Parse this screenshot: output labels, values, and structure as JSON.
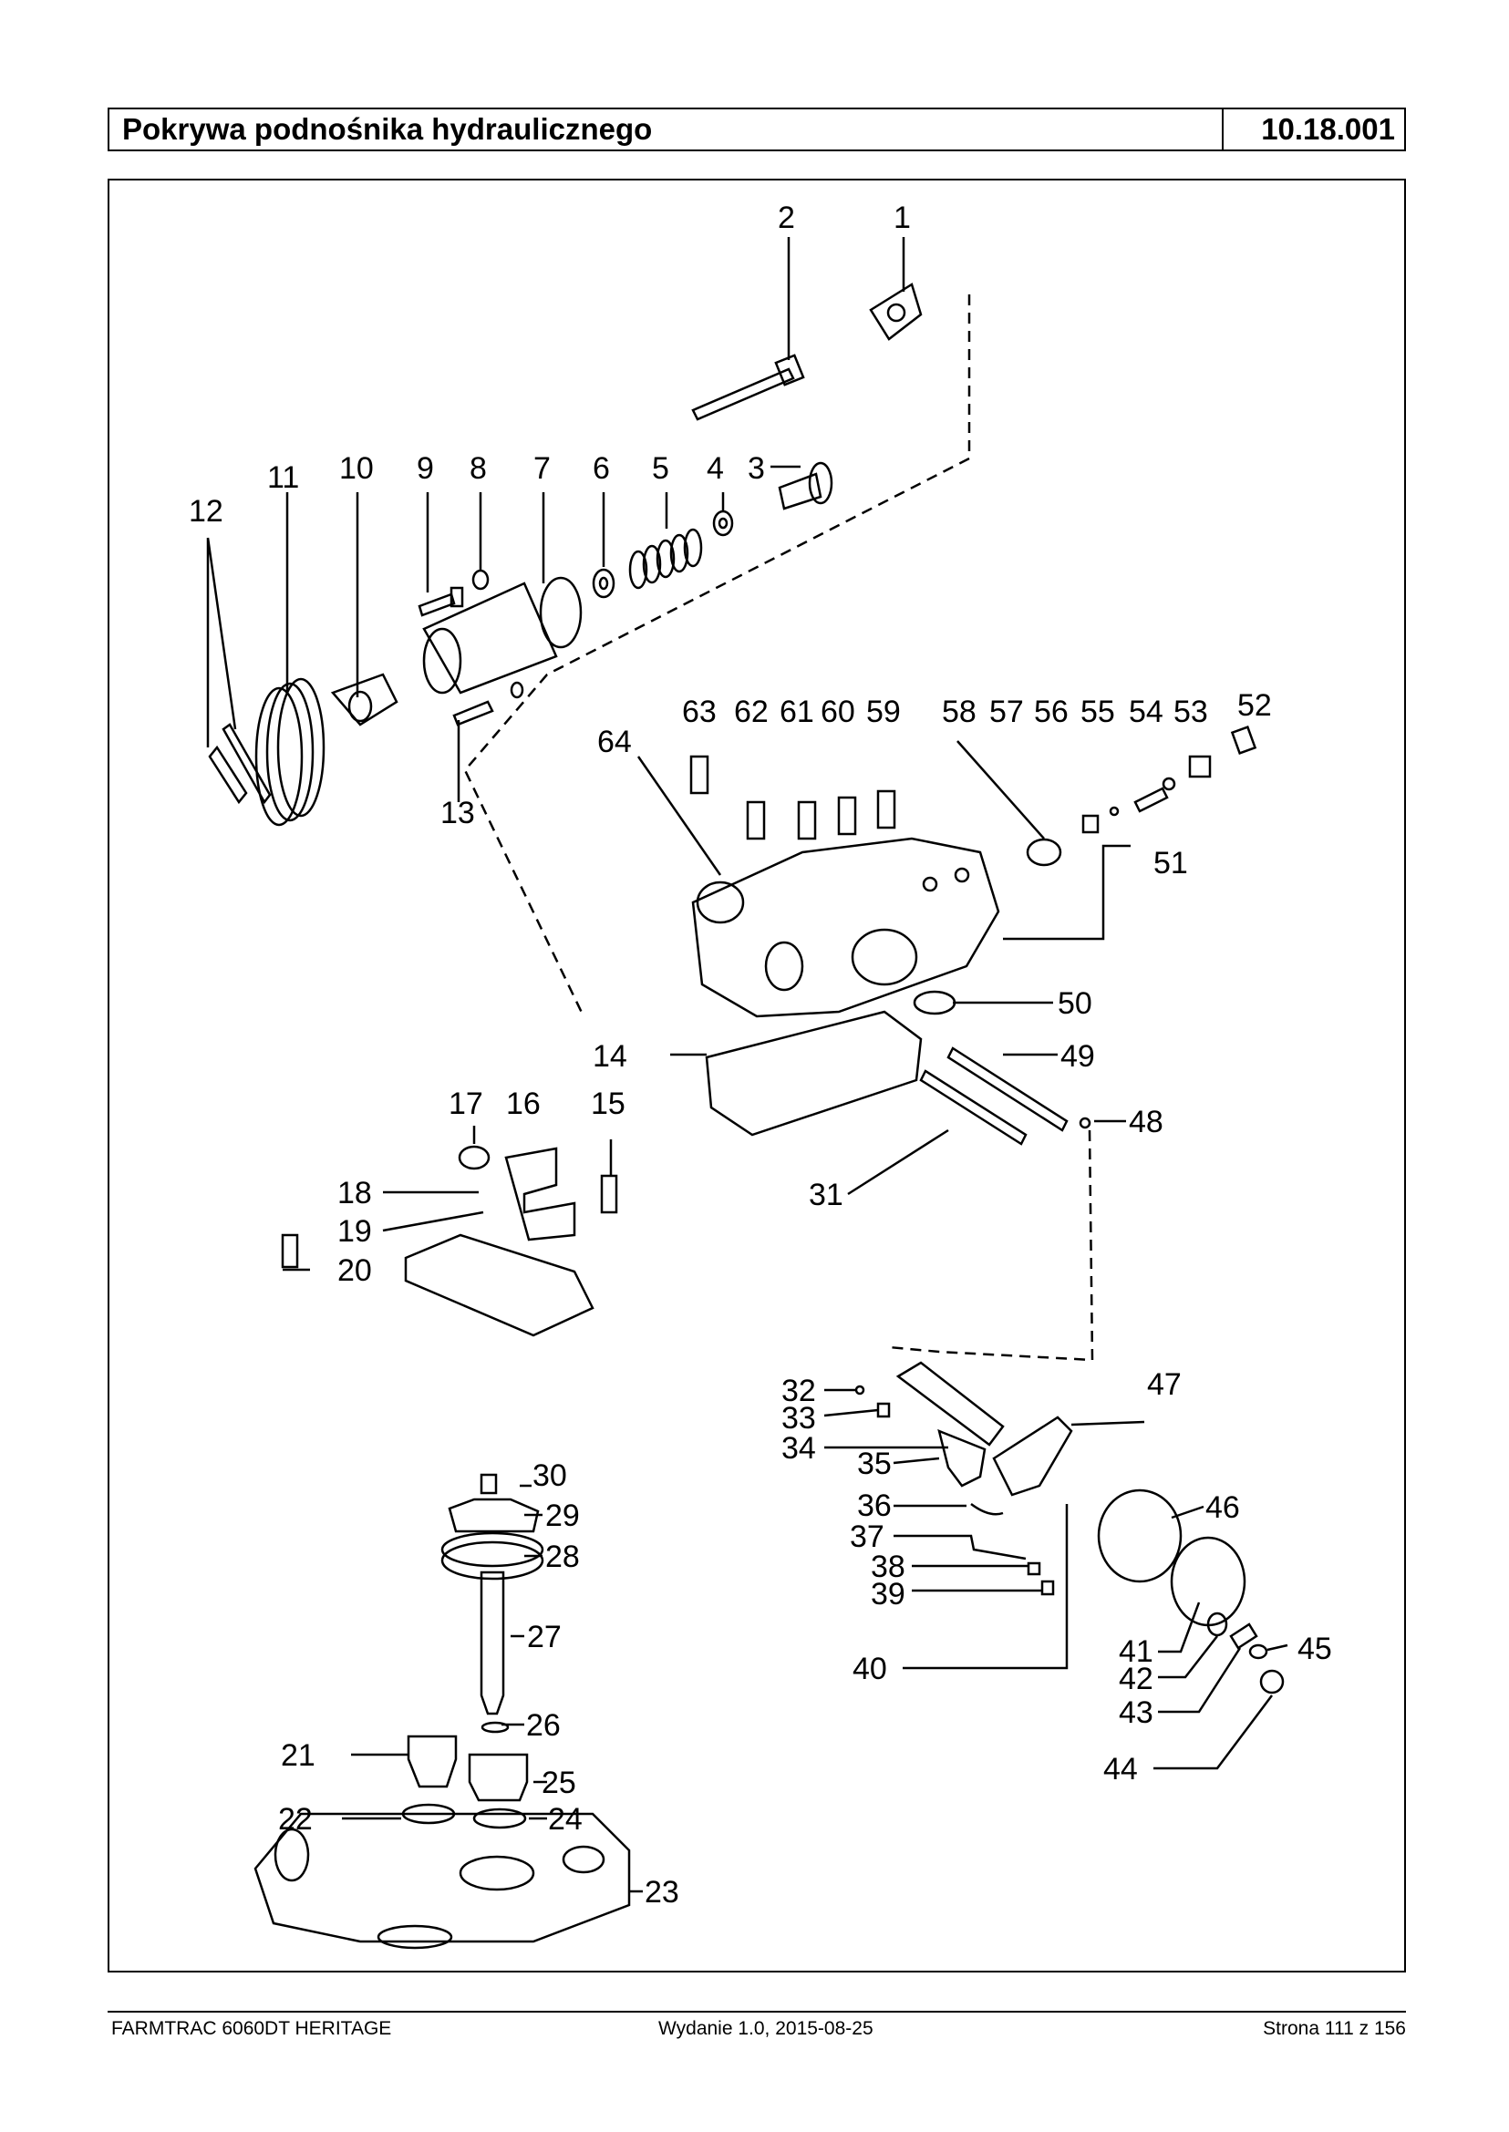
{
  "header": {
    "title": "Pokrywa podnośnika hydraulicznego",
    "code": "10.18.001"
  },
  "footer": {
    "model": "FARMTRAC 6060DT HERITAGE",
    "edition": "Wydanie 1.0,  2015-08-25",
    "page": "Strona 111 z 156"
  },
  "callouts": [
    "1",
    "2",
    "3",
    "4",
    "5",
    "6",
    "7",
    "8",
    "9",
    "10",
    "11",
    "12",
    "13",
    "14",
    "15",
    "16",
    "17",
    "18",
    "19",
    "20",
    "21",
    "22",
    "23",
    "24",
    "25",
    "26",
    "27",
    "28",
    "29",
    "30",
    "31",
    "32",
    "33",
    "34",
    "35",
    "36",
    "37",
    "38",
    "39",
    "40",
    "41",
    "42",
    "43",
    "44",
    "45",
    "46",
    "47",
    "48",
    "49",
    "50",
    "51",
    "52",
    "53",
    "54",
    "55",
    "56",
    "57",
    "58",
    "59",
    "60",
    "61",
    "62",
    "63",
    "64"
  ]
}
